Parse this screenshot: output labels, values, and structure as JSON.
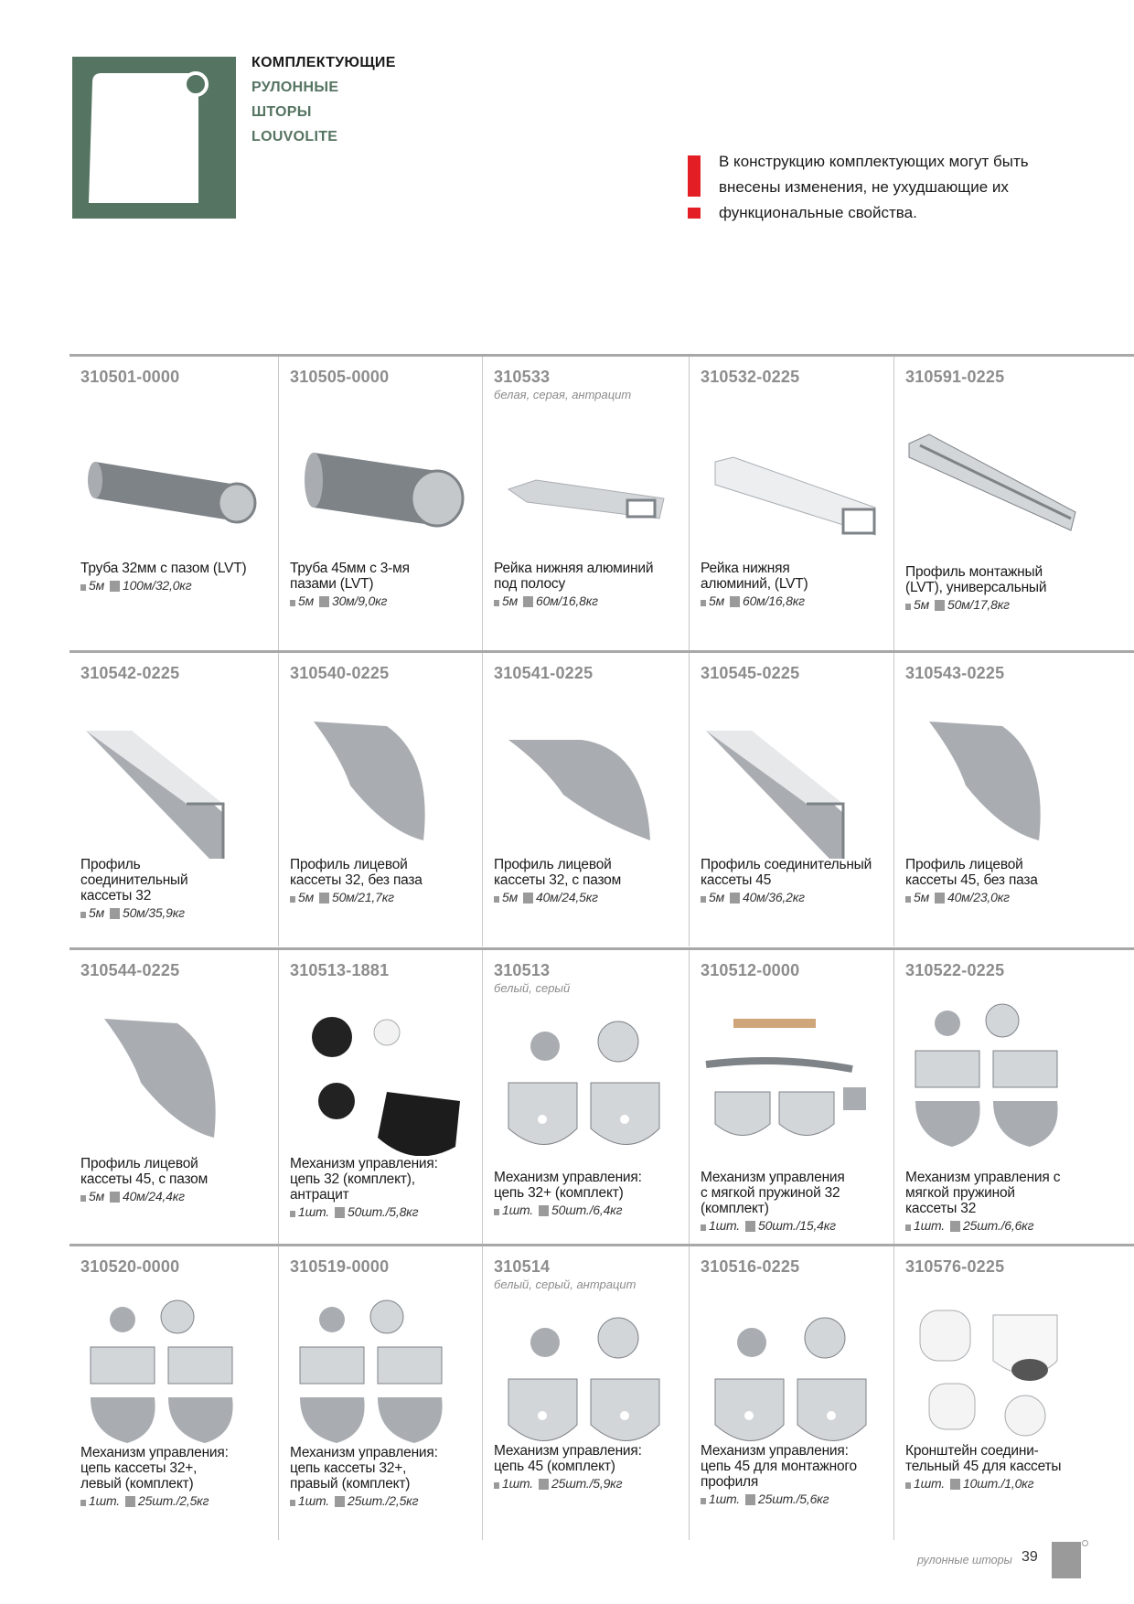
{
  "header": {
    "title_lines": [
      "КОМПЛЕКТУЮЩИЕ",
      "РУЛОННЫЕ",
      "ШТОРЫ",
      "LOUVOLITE"
    ],
    "notice": [
      "В конструкцию комплектующих могут быть",
      "внесены изменения, не ухудшающие их",
      "функциональные свойства."
    ],
    "brand_color": "#557461",
    "accent_color": "#e31e24"
  },
  "rows": [
    [
      {
        "code": "310501-0000",
        "image": "tube",
        "desc": [
          "Труба 32мм с пазом (LVT)"
        ],
        "unit": "5м",
        "pack": "100м/32,0кг"
      },
      {
        "code": "310505-0000",
        "image": "tube-big",
        "desc": [
          "Труба 45мм с 3-мя",
          "пазами (LVT)"
        ],
        "unit": "5м",
        "pack": "30м/9,0кг"
      },
      {
        "code": "310533",
        "colors": "белая, серая, антрацит",
        "image": "bottom-rail",
        "desc": [
          "Рейка нижняя алюминий",
          "под полосу"
        ],
        "unit": "5м",
        "pack": "60м/16,8кг"
      },
      {
        "code": "310532-0225",
        "image": "bottom-rail-white",
        "desc": [
          "Рейка нижняя",
          "алюминий, (LVT)"
        ],
        "unit": "5м",
        "pack": "60м/16,8кг"
      },
      {
        "code": "310591-0225",
        "image": "mount-profile",
        "desc": [
          "Профиль монтажный",
          "(LVT), универсальный"
        ],
        "unit": "5м",
        "pack": "50м/17,8кг"
      }
    ],
    [
      {
        "code": "310542-0225",
        "image": "connect-profile",
        "desc": [
          "Профиль",
          "соединительный",
          "кассеты 32"
        ],
        "unit": "5м",
        "pack": "50м/35,9кг"
      },
      {
        "code": "310540-0225",
        "image": "cassette",
        "desc": [
          "Профиль лицевой",
          "кассеты 32, без паза"
        ],
        "unit": "5м",
        "pack": "50м/21,7кг"
      },
      {
        "code": "310541-0225",
        "image": "cassette-wide",
        "desc": [
          "Профиль лицевой",
          "кассеты 32, с пазом"
        ],
        "unit": "5м",
        "pack": "40м/24,5кг"
      },
      {
        "code": "310545-0225",
        "image": "connect-profile",
        "desc": [
          "Профиль соединительный",
          "кассеты 45"
        ],
        "unit": "5м",
        "pack": "40м/36,2кг"
      },
      {
        "code": "310543-0225",
        "image": "cassette",
        "desc": [
          "Профиль лицевой",
          "кассеты 45, без паза"
        ],
        "unit": "5м",
        "pack": "40м/23,0кг"
      }
    ],
    [
      {
        "code": "310544-0225",
        "image": "cassette",
        "desc": [
          "Профиль лицевой",
          "кассеты 45, с пазом"
        ],
        "unit": "5м",
        "pack": "40м/24,4кг"
      },
      {
        "code": "310513-1881",
        "image": "mechanism-dark",
        "desc": [
          "Механизм управления:",
          "цепь 32 (комплект),",
          "антрацит"
        ],
        "unit": "1шт.",
        "pack": "50шт./5,8кг"
      },
      {
        "code": "310513",
        "colors": "белый, серый",
        "image": "mechanism",
        "desc": [
          "Механизм управления:",
          "цепь 32+ (комплект)"
        ],
        "unit": "1шт.",
        "pack": "50шт./6,4кг"
      },
      {
        "code": "310512-0000",
        "image": "spring-mechanism",
        "desc": [
          "Механизм управления",
          "с мягкой пружиной 32",
          "(комплект)"
        ],
        "unit": "1шт.",
        "pack": "50шт./15,4кг"
      },
      {
        "code": "310522-0225",
        "image": "cassette-mechanism",
        "desc": [
          "Механизм управления с",
          "мягкой пружиной",
          "кассеты 32"
        ],
        "unit": "1шт.",
        "pack": "25шт./6,6кг"
      }
    ],
    [
      {
        "code": "310520-0000",
        "image": "cassette-mechanism",
        "desc": [
          "Механизм управления:",
          "цепь кассеты 32+,",
          "левый (комплект)"
        ],
        "unit": "1шт.",
        "pack": "25шт./2,5кг"
      },
      {
        "code": "310519-0000",
        "image": "cassette-mechanism",
        "desc": [
          "Механизм управления:",
          "цепь кассеты 32+,",
          "правый (комплект)"
        ],
        "unit": "1шт.",
        "pack": "25шт./2,5кг"
      },
      {
        "code": "310514",
        "colors": "белый, серый, антрацит",
        "image": "mechanism",
        "desc": [
          "Механизм управления:",
          "цепь 45 (комплект)"
        ],
        "unit": "1шт.",
        "pack": "25шт./5,9кг"
      },
      {
        "code": "310516-0225",
        "image": "mechanism",
        "desc": [
          "Механизм управления:",
          "цепь 45 для монтажного",
          "профиля"
        ],
        "unit": "1шт.",
        "pack": "25шт./5,6кг"
      },
      {
        "code": "310576-0225",
        "image": "bracket",
        "desc": [
          "Кронштейн соедини-",
          "тельный 45 для кассеты"
        ],
        "unit": "1шт.",
        "pack": "10шт./1,0кг"
      }
    ]
  ],
  "footer": {
    "section": "рулонные шторы",
    "page": "39"
  }
}
